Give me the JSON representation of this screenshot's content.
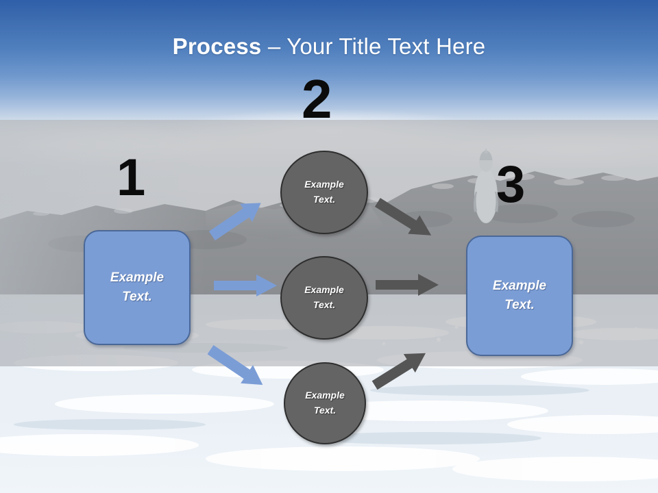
{
  "slide": {
    "title_bold": "Process",
    "title_rest": " – Your Title Text Here",
    "background_description": "penguin-on-rocks-by-the-sea-photo"
  },
  "colors": {
    "title_text": "#ffffff",
    "sky_top": "#2f5fa8",
    "box_fill": "#7b9dd6",
    "box_border": "#4a6897",
    "circle_fill": "#646464",
    "circle_border": "#2e2e2e",
    "blue_arrow": "#7b9dd6",
    "grey_arrow": "#555555",
    "number_text": "#0b0b0b"
  },
  "steps": [
    {
      "number": "1",
      "label": "Example\nText."
    },
    {
      "number": "2",
      "label": "Example\nText."
    },
    {
      "number": "3",
      "label": "Example\nText."
    }
  ],
  "nodes": {
    "box_left": {
      "line1": "Example",
      "line2": "Text."
    },
    "circle_top": {
      "line1": "Example",
      "line2": "Text."
    },
    "circle_middle": {
      "line1": "Example",
      "line2": "Text."
    },
    "circle_bottom": {
      "line1": "Example",
      "line2": "Text."
    },
    "box_right": {
      "line1": "Example",
      "line2": "Text."
    }
  },
  "numbers": {
    "one": "1",
    "two": "2",
    "three": "3"
  },
  "connectors": [
    {
      "name": "blue-arrow-up",
      "from": "box_left",
      "to": "circle_top",
      "color": "#7b9dd6",
      "direction": "up-right"
    },
    {
      "name": "blue-arrow-middle",
      "from": "box_left",
      "to": "circle_middle",
      "color": "#7b9dd6",
      "direction": "right"
    },
    {
      "name": "blue-arrow-down",
      "from": "box_left",
      "to": "circle_bottom",
      "color": "#7b9dd6",
      "direction": "down-right"
    },
    {
      "name": "grey-arrow-down",
      "from": "circle_top",
      "to": "box_right",
      "color": "#555555",
      "direction": "down-right"
    },
    {
      "name": "grey-arrow-middle",
      "from": "circle_middle",
      "to": "box_right",
      "color": "#555555",
      "direction": "right"
    },
    {
      "name": "grey-arrow-up",
      "from": "circle_bottom",
      "to": "box_right",
      "color": "#555555",
      "direction": "up-right"
    }
  ]
}
